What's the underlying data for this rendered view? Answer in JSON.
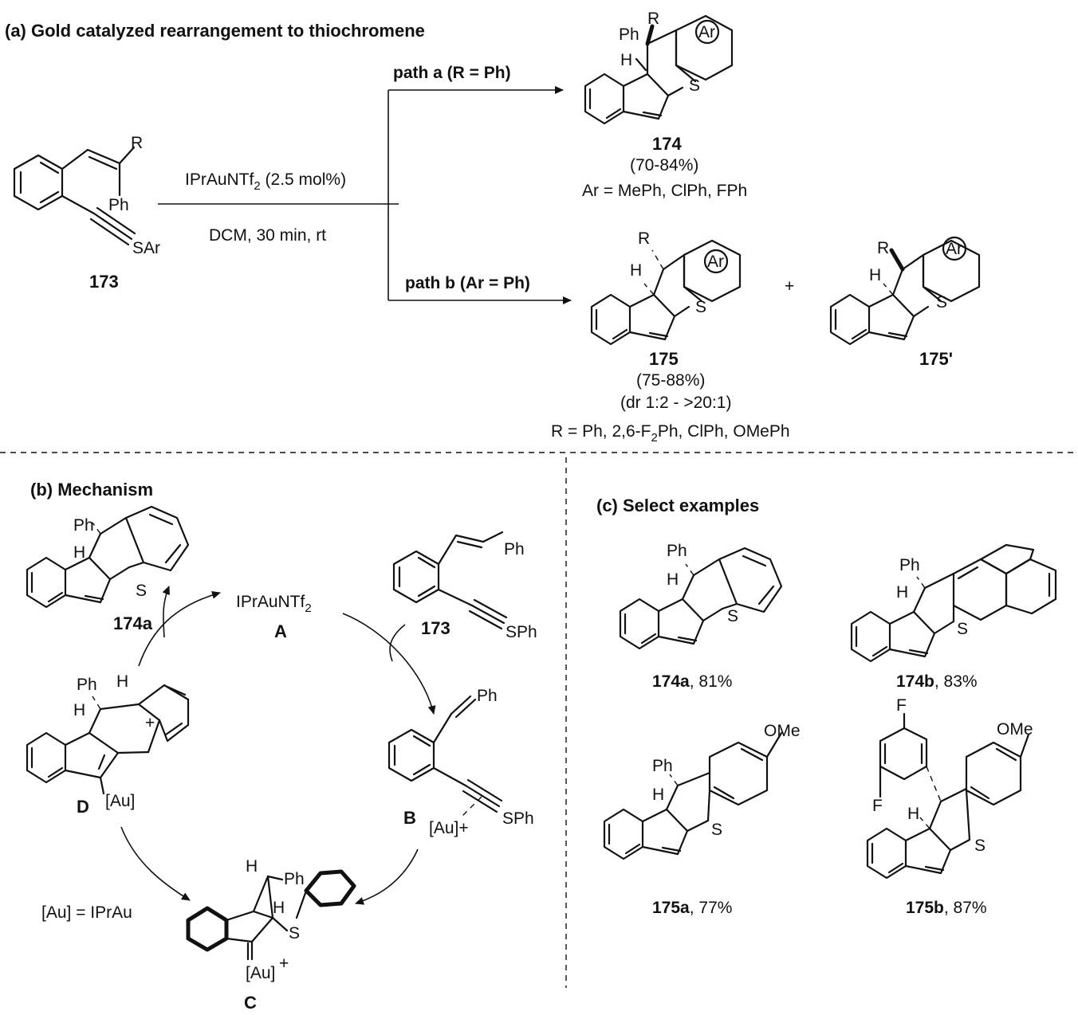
{
  "section_a": {
    "title": "(a) Gold catalyzed rearrangement to thiochromene",
    "reagent_line1_main": "IPrAuNTf",
    "reagent_line1_sub": "2",
    "reagent_line1_rest": " (2.5 mol%)",
    "reagent_line2": "DCM, 30 min, rt",
    "path_a": "path a (R = Ph)",
    "path_b": "path b (Ar = Ph)",
    "sm_id": "173",
    "p174_id": "174",
    "p174_yield": "(70-84%)",
    "p174_scope": "Ar = MePh, ClPh, FPh",
    "p175_id": "175",
    "p175_yield": "(75-88%)",
    "p175_dr": "(dr 1:2 - >20:1)",
    "p175_scope_pre": "R = Ph, 2,6-F",
    "p175_scope_sub": "2",
    "p175_scope_post": "Ph, ClPh, OMePh",
    "p175p_id": "175'",
    "plus": "+"
  },
  "section_b": {
    "title": "(b) Mechanism",
    "cat_main": "IPrAuNTf",
    "cat_sub": "2",
    "cat_id": "A",
    "sm_id": "173",
    "prod_id": "174a",
    "int_b": "B",
    "int_c": "C",
    "int_d": "D",
    "au_def": "[Au] = IPrAu",
    "au_label": "[Au]",
    "au_cation": "[Au]+"
  },
  "section_c": {
    "title": "(c) Select examples",
    "examples": [
      {
        "id": "174a",
        "yield": ", 81%"
      },
      {
        "id": "174b",
        "yield": ", 83%"
      },
      {
        "id": "175a",
        "yield": ", 77%"
      },
      {
        "id": "175b",
        "yield": ", 87%"
      }
    ]
  },
  "atoms": {
    "S": "S",
    "R": "R",
    "Ph": "Ph",
    "H": "H",
    "Ar": "Ar",
    "SAr": "SAr",
    "SPh": "SPh",
    "OMe": "OMe",
    "F": "F"
  }
}
